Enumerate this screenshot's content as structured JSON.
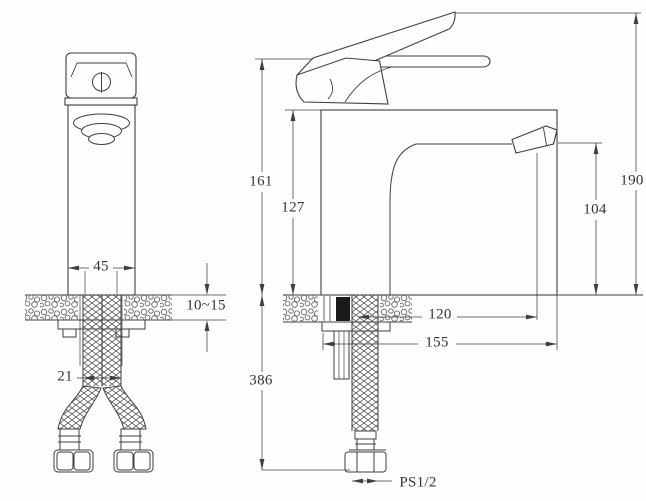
{
  "canvas": {
    "background": "#fefefe",
    "line_color": "#3f3f3f",
    "text_color": "#333333"
  },
  "drawing": {
    "type": "technical-dimension-drawing",
    "subject": "single-lever basin faucet, front view and side view with mounting hoses"
  },
  "dims": {
    "front_width": "45",
    "deck_thickness": "10~15",
    "hose_bundle_width": "21",
    "height_to_handle_base": "161",
    "height_to_body_top": "127",
    "height_to_spout": "104",
    "height_to_lever_tip": "190",
    "hose_length": "386",
    "spout_reach": "120",
    "base_depth": "155",
    "thread_size": "PS1/2"
  }
}
